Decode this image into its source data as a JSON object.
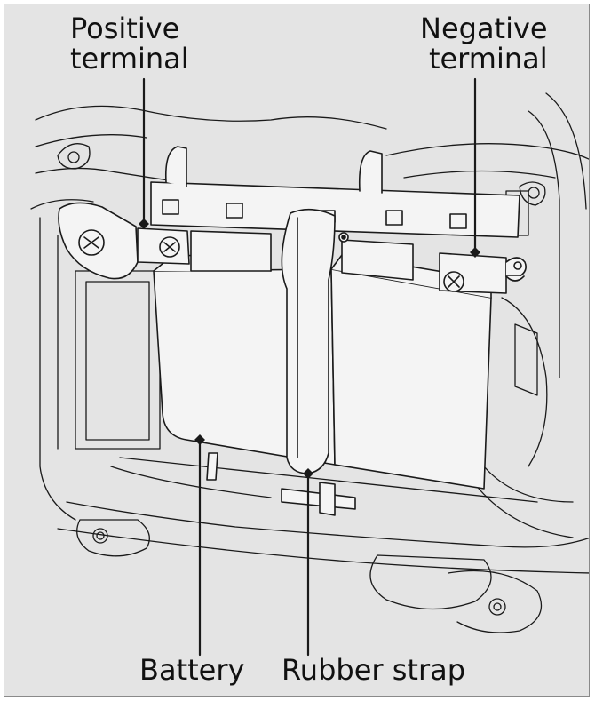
{
  "labels": {
    "positive_terminal": "Positive\nterminal",
    "negative_terminal": "Negative\nterminal",
    "battery": "Battery",
    "rubber_strap": "Rubber strap"
  },
  "colors": {
    "background": "#e4e4e4",
    "line": "#1a1a1a",
    "part_fill": "#f4f4f4"
  }
}
